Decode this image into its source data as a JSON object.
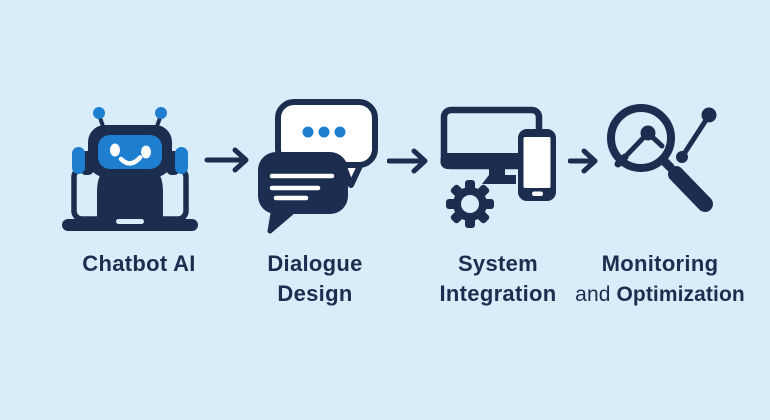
{
  "colors": {
    "background": "#d9ecfa",
    "navy": "#1c2e4f",
    "blue": "#1e7ecf",
    "white": "#ffffff"
  },
  "diagram": {
    "arrow_glyph": "→",
    "steps": [
      {
        "icon": "robot-laptop-icon",
        "line1": "Chatbot AI"
      },
      {
        "icon": "speech-bubbles-icon",
        "line1": "Dialogue",
        "line2": "Design"
      },
      {
        "icon": "monitor-phone-gear-icon",
        "line1": "System",
        "line2": "Integration"
      },
      {
        "icon": "magnifier-chart-icon",
        "line1": "Monitoring",
        "line2_prefix": "and ",
        "line2_word": "Optimization"
      }
    ]
  }
}
